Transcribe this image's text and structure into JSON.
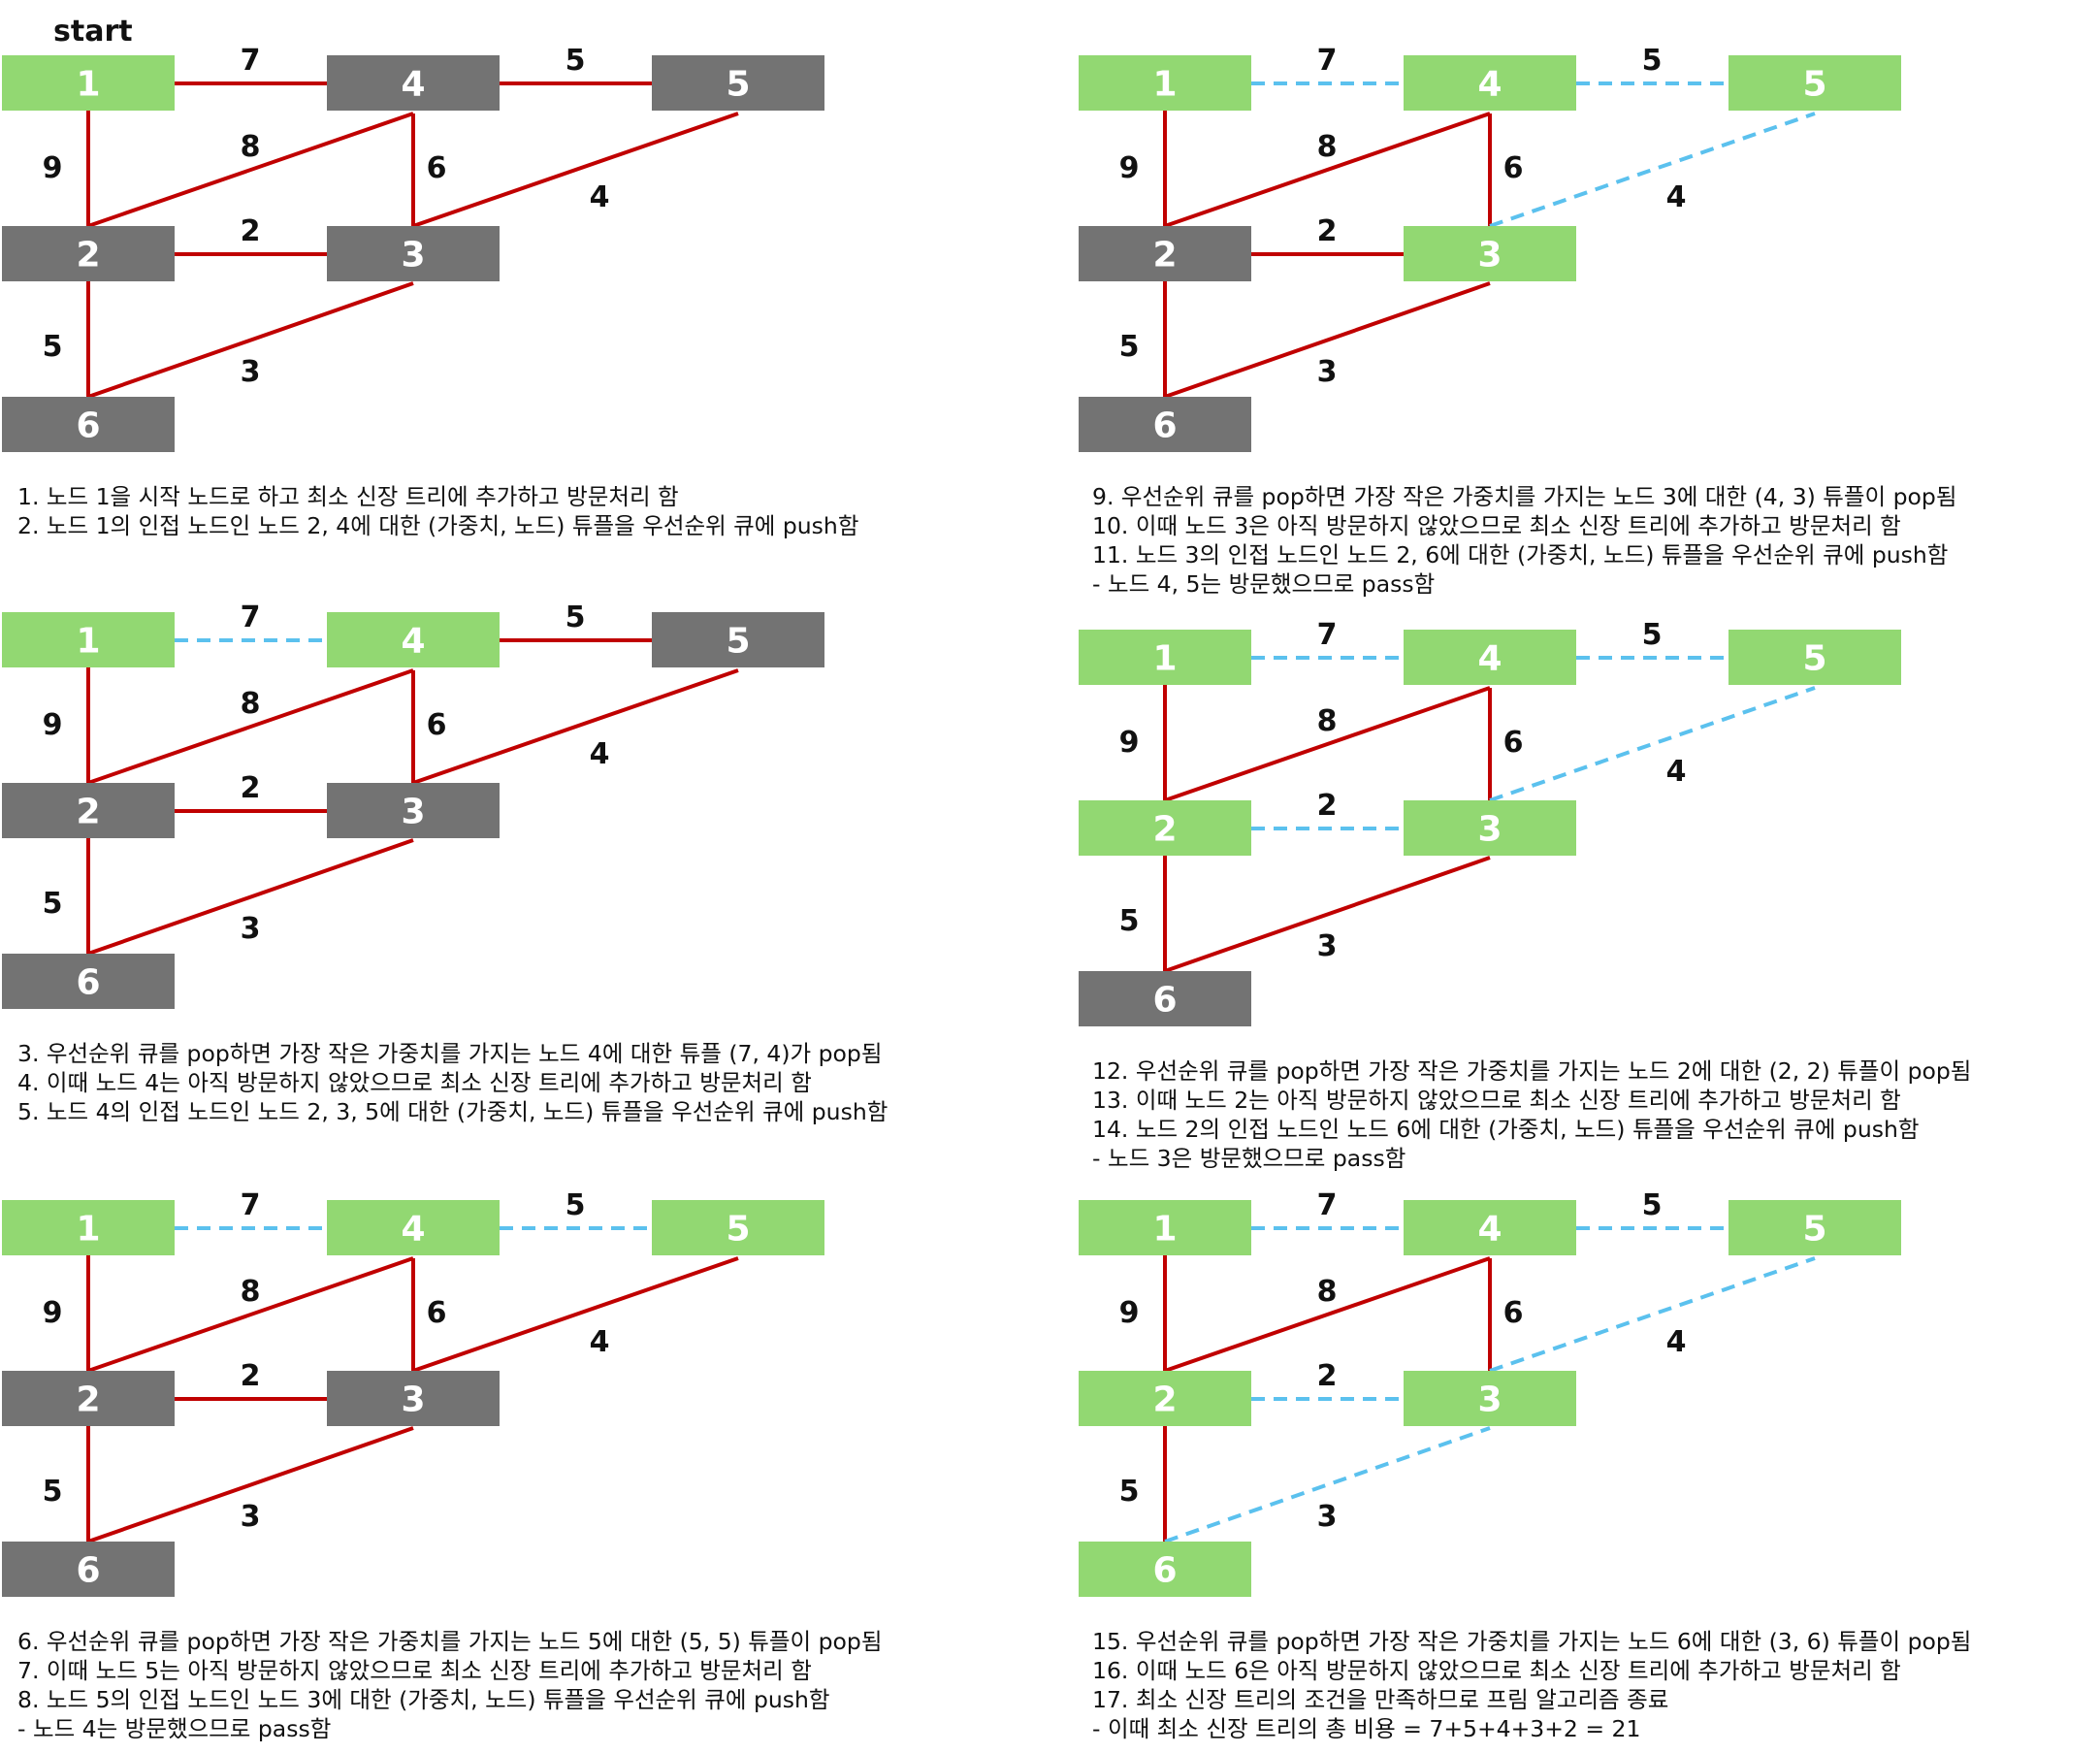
{
  "start_label": "start",
  "colors": {
    "visited_node": "#92d872",
    "unvisited_node": "#737373",
    "edge_default": "#c00000",
    "edge_selected": "#5bc1ee",
    "node_text": "#ffffff",
    "text": "#111111"
  },
  "nodes": [
    "1",
    "2",
    "3",
    "4",
    "5",
    "6"
  ],
  "edges": [
    {
      "from": "1",
      "to": "4",
      "weight": "7"
    },
    {
      "from": "4",
      "to": "5",
      "weight": "5"
    },
    {
      "from": "1",
      "to": "2",
      "weight": "9"
    },
    {
      "from": "2",
      "to": "4",
      "weight": "8"
    },
    {
      "from": "4",
      "to": "3",
      "weight": "6"
    },
    {
      "from": "3",
      "to": "5",
      "weight": "4"
    },
    {
      "from": "2",
      "to": "3",
      "weight": "2"
    },
    {
      "from": "2",
      "to": "6",
      "weight": "5"
    },
    {
      "from": "6",
      "to": "3",
      "weight": "3"
    }
  ],
  "panels": [
    {
      "visited": [
        "1"
      ],
      "selected_edges": [],
      "steps": [
        "1. 노드 1을 시작 노드로 하고 최소 신장 트리에 추가하고 방문처리 함",
        "2. 노드 1의 인접 노드인 노드 2, 4에 대한 (가중치, 노드) 튜플을 우선순위 큐에 push함"
      ]
    },
    {
      "visited": [
        "1",
        "4"
      ],
      "selected_edges": [
        "1-4"
      ],
      "steps": [
        "3. 우선순위 큐를 pop하면 가장 작은 가중치를 가지는 노드 4에 대한 튜플 (7, 4)가 pop됨",
        "4. 이때 노드 4는 아직 방문하지 않았으므로 최소 신장 트리에 추가하고 방문처리 함",
        "5. 노드 4의 인접 노드인 노드 2, 3, 5에 대한 (가중치, 노드) 튜플을 우선순위 큐에 push함"
      ]
    },
    {
      "visited": [
        "1",
        "4",
        "5"
      ],
      "selected_edges": [
        "1-4",
        "4-5"
      ],
      "steps": [
        "6. 우선순위 큐를 pop하면 가장 작은 가중치를 가지는 노드 5에 대한 (5, 5) 튜플이 pop됨",
        "7. 이때 노드 5는 아직 방문하지 않았으므로 최소 신장 트리에 추가하고 방문처리 함",
        "8. 노드 5의 인접 노드인 노드 3에 대한 (가중치, 노드) 튜플을 우선순위 큐에 push함",
        "- 노드 4는 방문했으므로 pass함"
      ]
    },
    {
      "visited": [
        "1",
        "4",
        "5",
        "3"
      ],
      "selected_edges": [
        "1-4",
        "4-5",
        "3-5"
      ],
      "steps": [
        "9. 우선순위 큐를 pop하면 가장 작은 가중치를 가지는 노드 3에 대한 (4, 3) 튜플이 pop됨",
        "10. 이때 노드 3은 아직 방문하지 않았으므로 최소 신장 트리에 추가하고 방문처리 함",
        "11. 노드 3의 인접 노드인 노드 2, 6에 대한 (가중치, 노드) 튜플을 우선순위 큐에 push함",
        "- 노드 4, 5는 방문했으므로 pass함"
      ]
    },
    {
      "visited": [
        "1",
        "4",
        "5",
        "3",
        "2"
      ],
      "selected_edges": [
        "1-4",
        "4-5",
        "3-5",
        "2-3"
      ],
      "steps": [
        "12. 우선순위 큐를 pop하면 가장 작은 가중치를 가지는 노드 2에 대한 (2, 2) 튜플이 pop됨",
        "13. 이때 노드 2는 아직 방문하지 않았으므로 최소 신장 트리에 추가하고 방문처리 함",
        "14. 노드 2의 인접 노드인 노드 6에 대한 (가중치, 노드) 튜플을 우선순위 큐에 push함",
        "- 노드 3은 방문했으므로 pass함"
      ]
    },
    {
      "visited": [
        "1",
        "4",
        "5",
        "3",
        "2",
        "6"
      ],
      "selected_edges": [
        "1-4",
        "4-5",
        "3-5",
        "2-3",
        "6-3"
      ],
      "steps": [
        "15. 우선순위 큐를 pop하면 가장 작은 가중치를 가지는 노드 6에 대한 (3, 6) 튜플이 pop됨",
        "16. 이때 노드 6은 아직 방문하지 않았으므로 최소 신장 트리에 추가하고 방문처리 함",
        "17. 최소 신장 트리의 조건을 만족하므로 프림 알고리즘 종료",
        "- 이때 최소 신장 트리의 총 비용 = 7+5+4+3+2 = 21"
      ]
    }
  ]
}
